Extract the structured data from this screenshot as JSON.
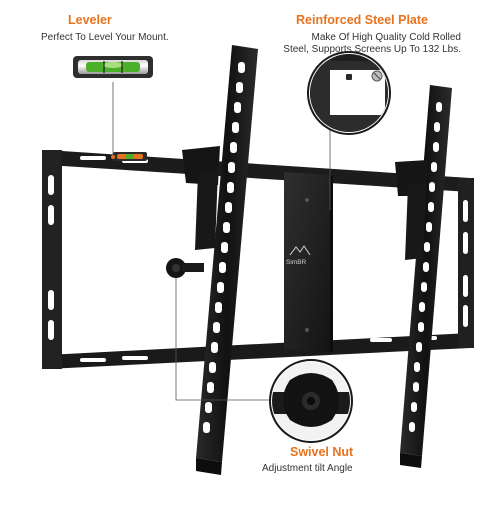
{
  "colors": {
    "accent": "#e8731f",
    "mount_black": "#1c1c1c",
    "mount_dark": "#101010",
    "bubble_green": "#4caf2a",
    "background": "#ffffff"
  },
  "callouts": {
    "leveler": {
      "title": "Leveler",
      "description": "Perfect To Level Your Mount."
    },
    "steel_plate": {
      "title": "Reinforced Steel Plate",
      "description_line1": "Make Of High Quality Cold Rolled",
      "description_line2": "Steel, Supports Screens Up To 132 Lbs."
    },
    "swivel_nut": {
      "title": "Swivel Nut",
      "description": "Adjustment tilt Angle"
    }
  },
  "product": {
    "brand_mark": "SimBR",
    "icons": [
      "bubble-level-icon",
      "wall-plate-icon",
      "swivel-knob-icon",
      "brand-logo-icon"
    ]
  }
}
